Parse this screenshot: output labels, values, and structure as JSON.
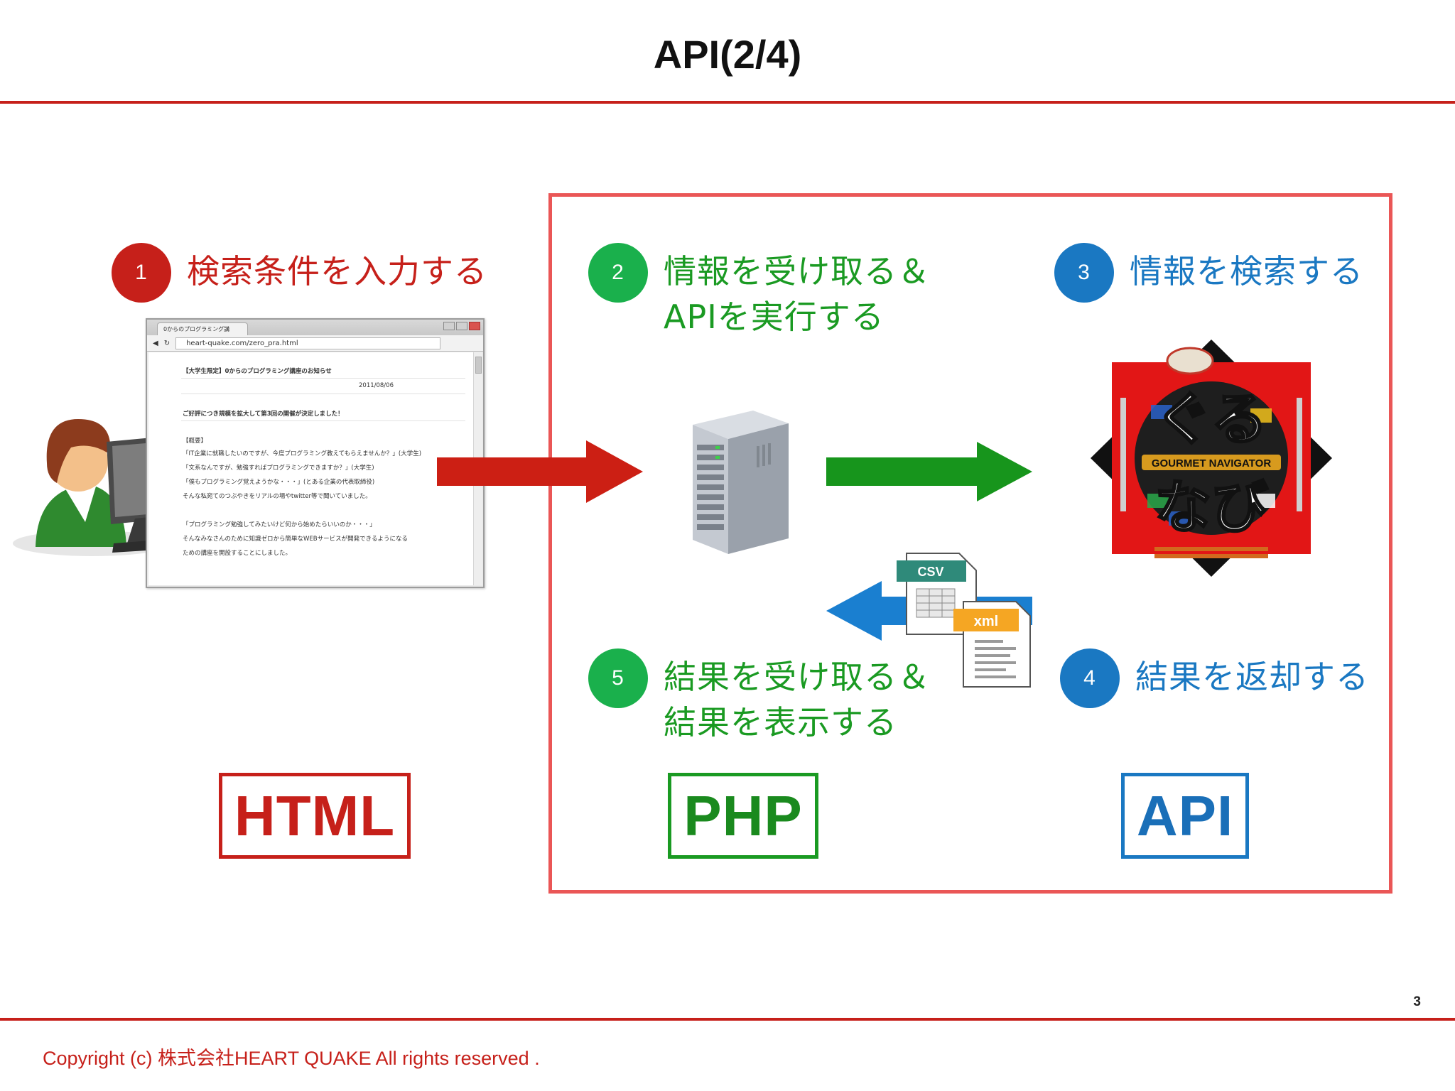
{
  "title": "API(2/4)",
  "steps": [
    {
      "number": "1",
      "lines": [
        "検索条件を入力する"
      ],
      "color": "#c6201a"
    },
    {
      "number": "2",
      "lines": [
        "情報を受け取る＆",
        "APIを実行する"
      ],
      "color": "#1a9a22"
    },
    {
      "number": "3",
      "lines": [
        "情報を検索する"
      ],
      "color": "#1a78c2"
    },
    {
      "number": "4",
      "lines": [
        "結果を返却する"
      ],
      "color": "#1a78c2"
    },
    {
      "number": "5",
      "lines": [
        "結果を受け取る＆",
        "結果を表示する"
      ],
      "color": "#1a9a22"
    }
  ],
  "labels": {
    "html": "HTML",
    "php": "PHP",
    "api": "API"
  },
  "browser": {
    "tab_title": "0からのプログラミング講",
    "url": "heart-quake.com/zero_pra.html",
    "heading": "【大学生限定】0からのプログラミング講座のお知らせ",
    "date": "2011/08/06",
    "notice": "ご好評につき規模を拡大して第3回の開催が決定しました！",
    "section": "【概要】",
    "body_lines": [
      "「IT企業に就職したいのですが、今度プログラミング教えてもらえませんか？」(大学生)",
      "「文系なんですが、勉強すればプログラミングできますか？」(大学生)",
      "「僕もプログラミング覚えようかな・・・」(とある企業の代表取締役)",
      "そんな私宛てのつぶやきをリアルの場やtwitter等で聞いていました。"
    ],
    "body_lines_2": [
      "「プログラミング勉強してみたいけど何から始めたらいいのか・・・」",
      "そんなみなさんのために知識ゼロから簡単なWEBサービスが開発できるようになる",
      "ための講座を開設することにしました。"
    ]
  },
  "logo": {
    "banner": "GOURMET NAVIGATOR",
    "top_text": "ぐる",
    "bottom_text": "なび"
  },
  "files": {
    "csv": "CSV",
    "xml": "xml"
  },
  "page_number": "3",
  "footer": "Copyright (c) 株式会社HEART QUAKE All rights reserved .",
  "colors": {
    "red": "#c6201a",
    "green": "#1a9a22",
    "blue": "#1a78c2",
    "frame": "#ea5656"
  }
}
